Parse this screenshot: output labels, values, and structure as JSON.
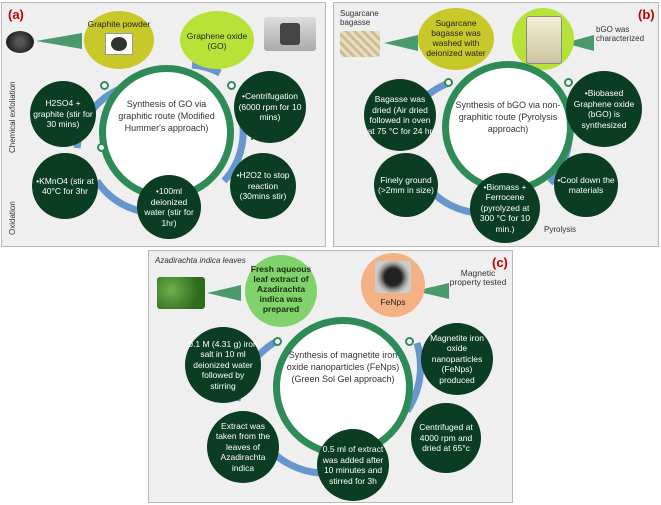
{
  "panel_a": {
    "tag": "(a)",
    "top_left": "Graphite powder",
    "top_right": "Graphene oxide (GO)",
    "center": "Synthesis of GO via graphitic route (Modified Hummer's approach)",
    "left_top_node": "H2SO4 + graphite (stir for 30 mins)",
    "left_bottom_node": "•KMnO4 (stir at 40°C for 3hr",
    "bottom_node": "•100ml deionized water (stir for 1hr)",
    "right_bottom_node": "•H2O2 to stop reaction (30mins stir)",
    "right_top_node": "•Centrifugation (6000 rpm for 10 mins)",
    "side_label_1": "Chemical exfoliation",
    "side_label_2": "Oxidation"
  },
  "panel_b": {
    "tag": "(b)",
    "top_left_label": "Sugarcane bagasse",
    "top_left_node": "Sugarcane bagasse was washed with deionized water",
    "top_right_label": "bGO was characterized",
    "center": "Synthesis of bGO via non-graphitic route (Pyrolysis approach)",
    "left_top_node": "Bagasse was dried (Air dried followed in oven at 75 °C for 24 hr",
    "left_bottom_node": "Finely ground (>2mm in size)",
    "bottom_node": "•Biomass + Ferrocene (pyrolyzed at 300 °C for 10 min.)",
    "right_bottom_node": "•Cool down the materials",
    "right_top_node": "•Biobased Graphene oxide (bGO) is synthesized",
    "side_label": "Pyrolysis"
  },
  "panel_c": {
    "tag": "(c)",
    "top_left_label": "Azadirachta indica leaves",
    "top_node": "Fresh aqueous leaf extract of Azadirachta indica was prepared",
    "top_right_node": "FeNps",
    "top_right_label": "Magnetic property tested",
    "center": "Synthesis of magnetite iron oxide nanoparticles (FeNps) (Green Sol Gel approach)",
    "left_top_node": "0.1 M (4.31 g) iron salt in 10 ml deionized water followed by stirring",
    "left_bottom_node": "Extract was taken from the leaves of Azadirachta indica",
    "bottom_node": "0.5 ml of extract was added after 10 minutes and stirred for 3h",
    "right_top_node": "Magnetite iron oxide nanoparticles (FeNps) produced",
    "right_bottom_node": "Centrifuged at 4000 rpm and dried at 65°c"
  }
}
